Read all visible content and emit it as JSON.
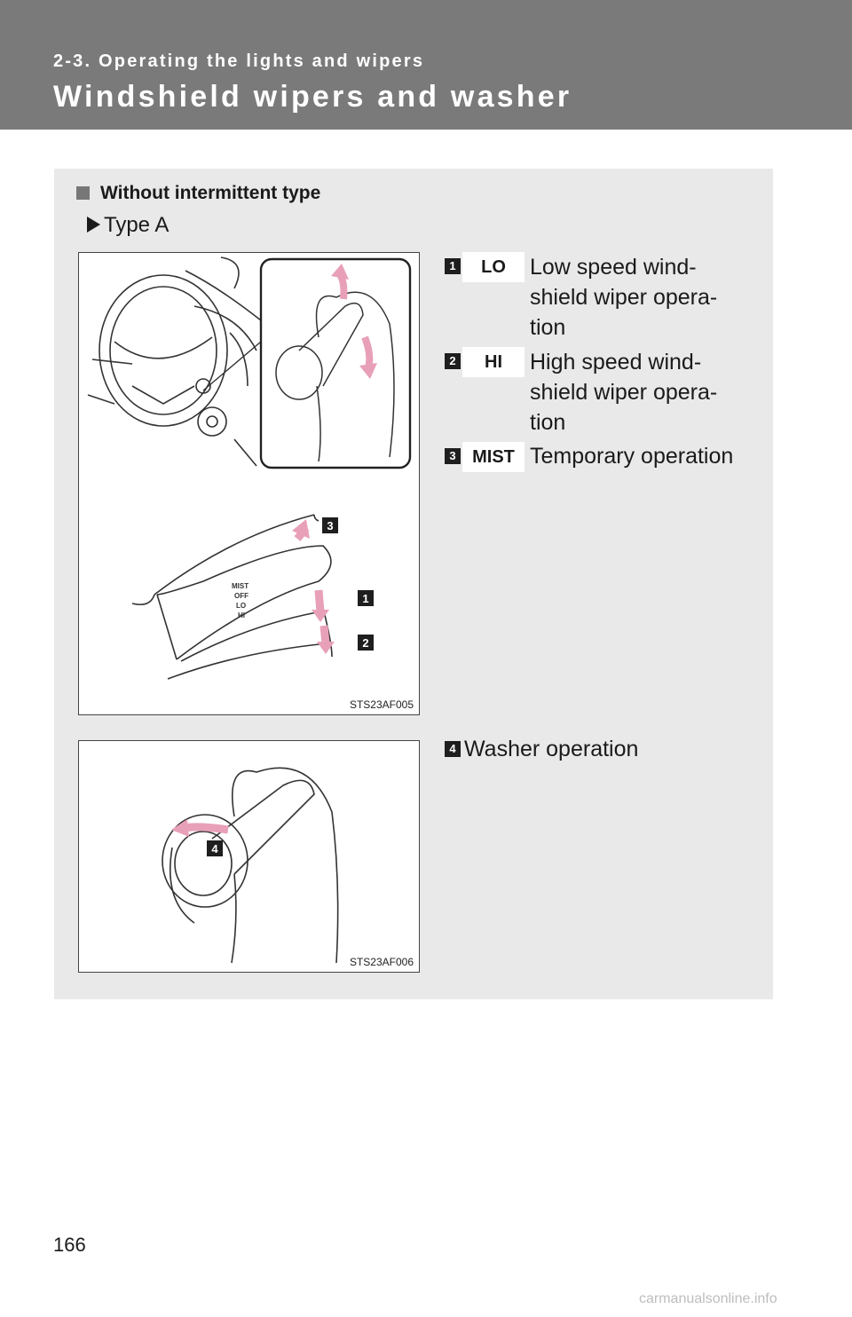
{
  "header": {
    "section": "2-3. Operating the lights and wipers",
    "title": "Windshield wipers and washer"
  },
  "subheading": "Without intermittent type",
  "type_label": "Type A",
  "figures": [
    {
      "code": "STS23AF005",
      "callouts": [
        "3",
        "1",
        "2"
      ],
      "stalk_marks": [
        "MIST",
        "OFF",
        "LO",
        "HI"
      ]
    },
    {
      "code": "STS23AF006",
      "callouts": [
        "4"
      ]
    }
  ],
  "items": [
    {
      "number": "1",
      "position": "LO",
      "lines": [
        "Low speed wind-",
        "shield wiper opera-",
        "tion"
      ]
    },
    {
      "number": "2",
      "position": "HI",
      "lines": [
        "High speed wind-",
        "shield wiper opera-",
        "tion"
      ]
    },
    {
      "number": "3",
      "position": "MIST",
      "lines": [
        "Temporary operation"
      ]
    },
    {
      "number": "4",
      "lines": [
        "Washer operation"
      ]
    }
  ],
  "page_number": "166",
  "watermark": "carmanualsonline.info",
  "colors": {
    "header_bg": "#7a7a7a",
    "panel_bg": "#e9e9e9",
    "arrow": "#e8a0b8"
  }
}
